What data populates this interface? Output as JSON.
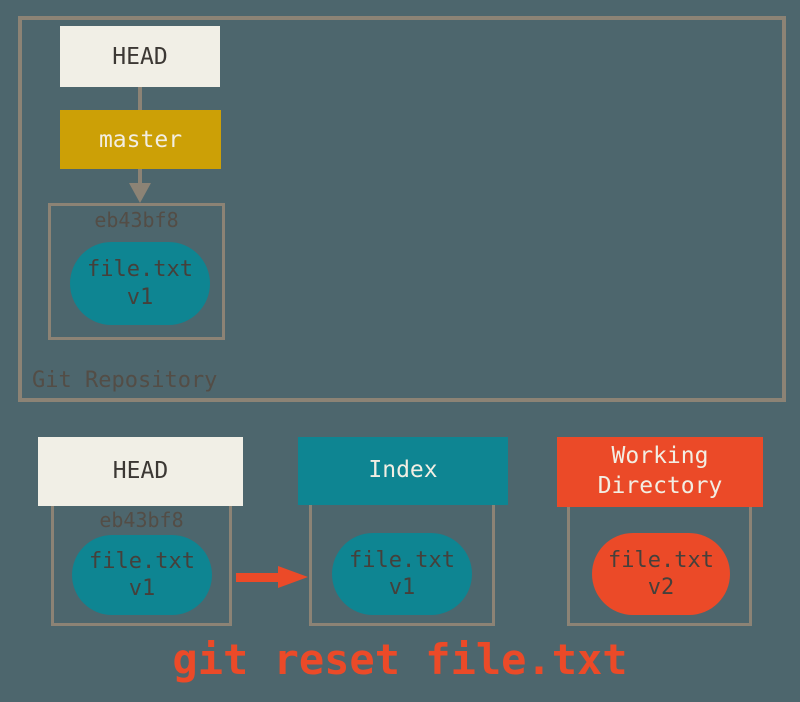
{
  "colors": {
    "background": "#4D666D",
    "panel_border": "#8C8375",
    "cream": "#F1EFE6",
    "gold": "#CCA006",
    "teal": "#0E8592",
    "red": "#EB4A28",
    "dark_text": "#3C3834",
    "light_text": "#F2EEE3",
    "pill_text": "#45403B",
    "muted_text": "#534D46"
  },
  "repository": {
    "label": "Git Repository",
    "head": {
      "label": "HEAD"
    },
    "branch": {
      "label": "master"
    },
    "commit": {
      "hash": "eb43bf8",
      "file_name": "file.txt",
      "file_version": "v1"
    }
  },
  "areas": {
    "head": {
      "label": "HEAD",
      "hash": "eb43bf8",
      "file_name": "file.txt",
      "file_version": "v1"
    },
    "index": {
      "label": "Index",
      "file_name": "file.txt",
      "file_version": "v1"
    },
    "working_directory": {
      "label": "Working Directory",
      "file_name": "file.txt",
      "file_version": "v2"
    }
  },
  "caption": "git reset file.txt"
}
